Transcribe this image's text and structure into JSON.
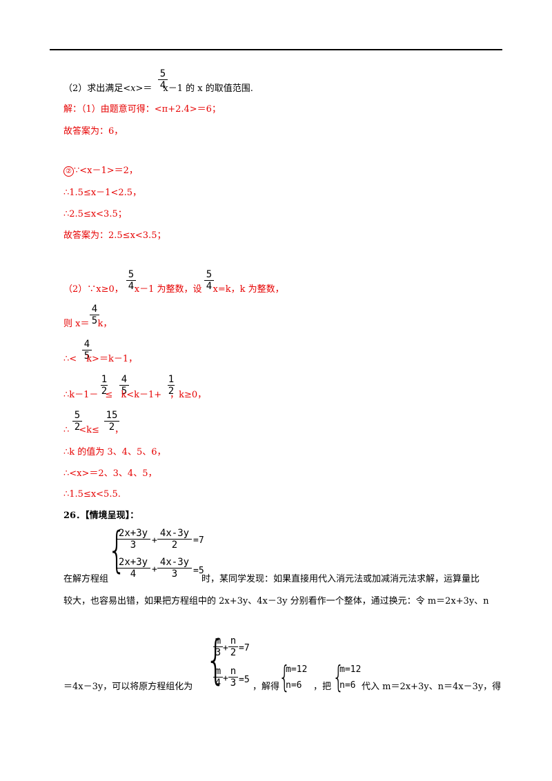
{
  "p2_prefix": "（2）求出满足<",
  "p2_x": "x",
  "p2_eq": ">＝",
  "p2_tail": "x－1 的 x 的取值范围.",
  "frac_5": "5",
  "frac_4": "4",
  "sol1": "解：（1）由题意可得：<π+2.4>＝6；",
  "ans1": "故答案为：6，",
  "s2_circ": "②",
  "s2_line": "∵<x－1>＝2，",
  "s2_l2": "∴1.5≤x－1<2.5，",
  "s2_l3": "∴2.5≤x<3.5；",
  "s2_l4": "故答案为：2.5≤x<3.5；",
  "q2a": "（2）∵x≥0，",
  "q2b": "x－1 为整数，设",
  "q2c": "x=k，k 为整数，",
  "l_then": "则 x＝",
  "l_then_tail": "k，",
  "l_a": "∴<",
  "l_a_tail": "k>＝k－1，",
  "l_b1": "∴k－1－",
  "l_b2": "≤",
  "l_b3": "k<k－1+",
  "l_b4": "，k≥0，",
  "frac_1": "1",
  "frac_2": "2",
  "frac_15": "15",
  "l_c_mid": "<k≤",
  "l_c_tail": "，",
  "l_d": "∴k 的值为 3、4、5、6，",
  "l_e": "∴<x>＝2、3、4、5，",
  "l_f": "∴1.5≤x<5.5.",
  "q26": "26．【情境呈现】：",
  "sys_e1_n1": "2x+3y",
  "sys_e1_d1": "3",
  "sys_e1_n2": "4x-3y",
  "sys_e1_d2": "2",
  "sys_e1_r": "=7",
  "sys_e2_d1": "4",
  "sys_e2_d2": "3",
  "sys_e2_r": "=5",
  "plus": "+",
  "q26_intro": "在解方程组",
  "q26_l1": "时，某同学发现：如果直接用代入消元法或加减消元法求解，运算量比",
  "q26_l2": "较大，也容易出错，如果把方程组中的 2x+3y、4x－3y 分别看作一个整体，通过换元：令 m＝2x+3y、n",
  "q26_l3a": "＝4x－3y，可以将原方程组化为",
  "sys2_m": "m",
  "sys2_n": "n",
  "q26_l3b": "，解得",
  "sol_m": "m=12",
  "sol_n": "n=6",
  "q26_l3c": "，把",
  "q26_l3d": "代入 m＝2x+3y、n＝4x－3y，得"
}
